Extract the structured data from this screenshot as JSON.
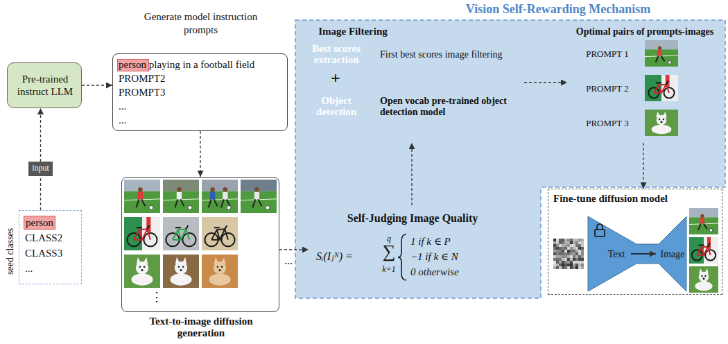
{
  "diagram": {
    "nodes": [
      {
        "text": [
          "Pre-trained instruct LLM"
        ]
      },
      {
        "text": [
          "input"
        ]
      },
      {
        "text": [
          "seed classes",
          "person",
          "CLASS2",
          "CLASS3",
          "..."
        ]
      },
      {
        "text": [
          "Generate model instruction prompts",
          "person playing in a football field",
          "PROMPT2",
          "PROMPT3",
          "...",
          "..."
        ]
      },
      {
        "text": [
          "...",
          "⋮",
          "Text-to-image diffusion generation"
        ]
      },
      {
        "text": [
          "Vision Self-Rewarding Mechanism"
        ]
      },
      {
        "text": [
          "Image Filtering"
        ],
        "in": 5
      },
      {
        "text": [
          "Best scores extraction"
        ],
        "in": 6
      },
      {
        "text": [
          "First best scores image filtering"
        ],
        "in": 6
      },
      {
        "text": [
          "Object detection"
        ],
        "in": 6
      },
      {
        "text": [
          "Open vocab pre-trained object detection model"
        ],
        "in": 6
      },
      {
        "text": [
          "Optimal pairs of prompts-images"
        ],
        "in": 5
      },
      {
        "text": [
          "PROMPT 1"
        ],
        "in": 11
      },
      {
        "text": [
          "PROMPT 2"
        ],
        "in": 11
      },
      {
        "text": [
          "PROMPT 3"
        ],
        "in": 11
      },
      {
        "text": [
          "Self-Judging Image Quality",
          "Sᵢ(Iⱼᴺ) =",
          "q",
          "∑",
          "k=1",
          "1 if k ∈ P",
          "−1 if k ∈ N",
          "0 otherwise"
        ],
        "in": 5
      },
      {
        "text": [
          "Fine-tune diffusion model",
          "Text",
          "Image"
        ]
      }
    ],
    "edges": [
      {
        "from": 2,
        "to": 1,
        "arrow": "none"
      },
      {
        "from": 1,
        "to": 0,
        "arrow": "to"
      },
      {
        "from": 0,
        "to": 3,
        "arrow": "to"
      },
      {
        "from": 3,
        "to": 4,
        "arrow": "to"
      },
      {
        "from": 4,
        "to": 15,
        "arrow": "to"
      },
      {
        "from": 15,
        "to": 6,
        "arrow": "to"
      },
      {
        "from": 6,
        "to": 11,
        "arrow": "to"
      },
      {
        "from": 11,
        "to": 16,
        "arrow": "to"
      }
    ],
    "labels": [
      "+"
    ]
  }
}
